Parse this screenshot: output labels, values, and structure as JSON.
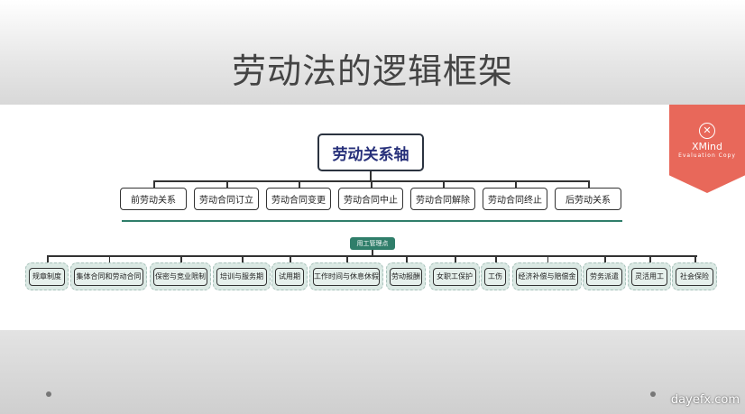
{
  "title": "劳动法的逻辑框架",
  "root": "劳动关系轴",
  "level2": [
    "前劳动关系",
    "劳动合同订立",
    "劳动合同变更",
    "劳动合同中止",
    "劳动合同解除",
    "劳动合同终止",
    "后劳动关系"
  ],
  "badge": "用工管理点",
  "level3": [
    "规章制度",
    "集体合同和劳动合同",
    "保密与竞业限制",
    "培训与服务期",
    "试用期",
    "工作时间与休息休假",
    "劳动报酬",
    "女职工保护",
    "工伤",
    "经济补偿与赔偿金",
    "劳务派遣",
    "灵活用工",
    "社会保险"
  ],
  "ribbon": {
    "brand": "XMind",
    "sub": "Evaluation Copy"
  },
  "watermark": "dayefx.com",
  "colors": {
    "accent": "#2f7e6a",
    "ribbon": "#e8685a",
    "root_text": "#27307a"
  }
}
